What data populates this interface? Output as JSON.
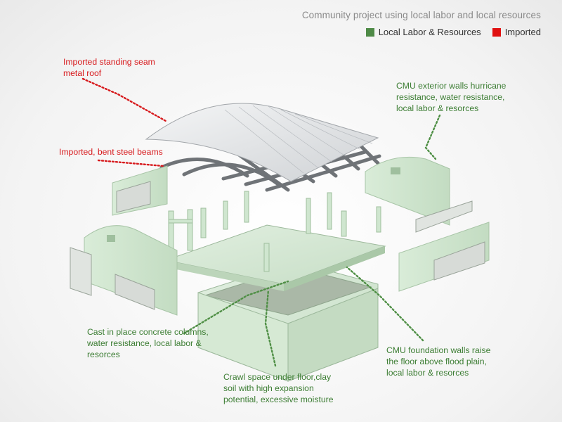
{
  "header": {
    "title": "Community project using local labor and local resources"
  },
  "legend": {
    "items": [
      {
        "label": "Local Labor & Resources",
        "color": "#4e8a46"
      },
      {
        "label": "Imported",
        "color": "#e01010"
      }
    ]
  },
  "colors": {
    "local_text": "#3c7d33",
    "imported_text": "#d7191c",
    "local_leader": "#4f8f45",
    "imported_leader": "#d7191c",
    "wall_green": "#cfe6cf",
    "roof_grey": "#e2e4e6"
  },
  "annotations": {
    "roof": {
      "lines": [
        "Imported standing seam",
        "metal roof"
      ]
    },
    "beams": {
      "lines": [
        "Imported, bent steel beams"
      ]
    },
    "cmu_walls": {
      "lines": [
        "CMU exterior walls hurricane",
        "resistance, water resistance,",
        "local labor & resorces"
      ]
    },
    "columns": {
      "lines": [
        "Cast in place concrete columns,",
        "water resistance, local labor &",
        "resorces"
      ]
    },
    "foundation": {
      "lines": [
        "CMU foundation walls raise",
        "the floor above flood plain,",
        "local labor & resorces"
      ]
    },
    "crawl": {
      "lines": [
        "Crawl space under floor,clay",
        "soil with high expansion",
        "potential, excessive moisture"
      ]
    }
  }
}
